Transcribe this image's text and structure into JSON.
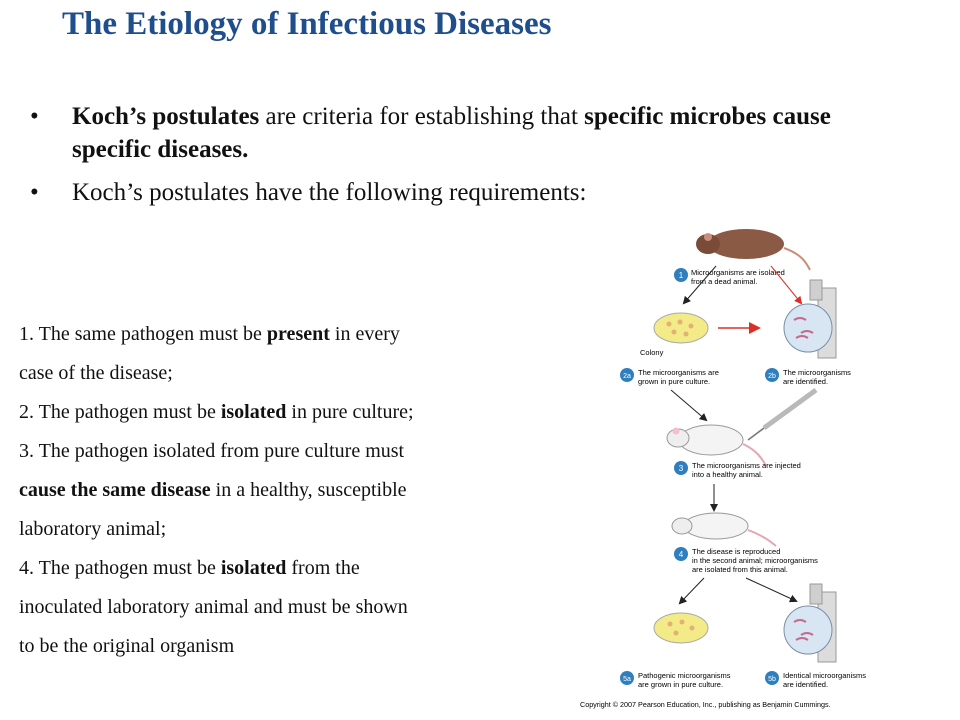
{
  "title": "The Etiology of Infectious Diseases",
  "bullets": [
    {
      "bold1": "Koch’s postulates",
      "text1": " are criteria for establishing that ",
      "bold2": "specific microbes cause specific diseases."
    },
    {
      "text": "Koch’s postulates have the following requirements:"
    }
  ],
  "steps": {
    "s1a": "1. The same pathogen must be ",
    "s1b": "present",
    "s1c": " in every",
    "s1d": " case of the disease;",
    "s2a": "2. The pathogen must be ",
    "s2b": "isolated",
    "s2c": " in pure culture;",
    "s3a": "3. The pathogen isolated from pure culture must",
    "s3b": "cause the same disease",
    "s3c": "  in a healthy, susceptible",
    "s3d": "laboratory animal;",
    "s4a": "4. The pathogen must be ",
    "s4b": "isolated",
    "s4c": "  from the",
    "s4d": "inoculated laboratory animal and must be shown",
    "s4e": "  to be the original organism"
  },
  "figure": {
    "step1_num": "1",
    "step1_text_1": "Microorganisms are isolated",
    "step1_text_2": "from a dead animal.",
    "colony_label": "Colony",
    "step2a_num": "2a",
    "step2a_text_1": "The microorganisms are",
    "step2a_text_2": "grown in pure culture.",
    "step2b_num": "2b",
    "step2b_text_1": "The microorganisms",
    "step2b_text_2": "are identified.",
    "step3_num": "3",
    "step3_text_1": "The microorganisms are injected",
    "step3_text_2": "into a healthy animal.",
    "step4_num": "4",
    "step4_text_1": "The disease is reproduced",
    "step4_text_2": "in the second animal; microorganisms",
    "step4_text_3": "are isolated from this animal.",
    "step5a_num": "5a",
    "step5a_text_1": "Pathogenic microorganisms",
    "step5a_text_2": "are grown in pure culture.",
    "step5b_num": "5b",
    "step5b_text_1": "Identical microorganisms",
    "step5b_text_2": "are identified.",
    "copyright": "Copyright © 2007 Pearson Education, Inc., publishing as Benjamin Cummings.",
    "badge_color": "#2f7fbf",
    "arrow_red": "#d9302a"
  }
}
